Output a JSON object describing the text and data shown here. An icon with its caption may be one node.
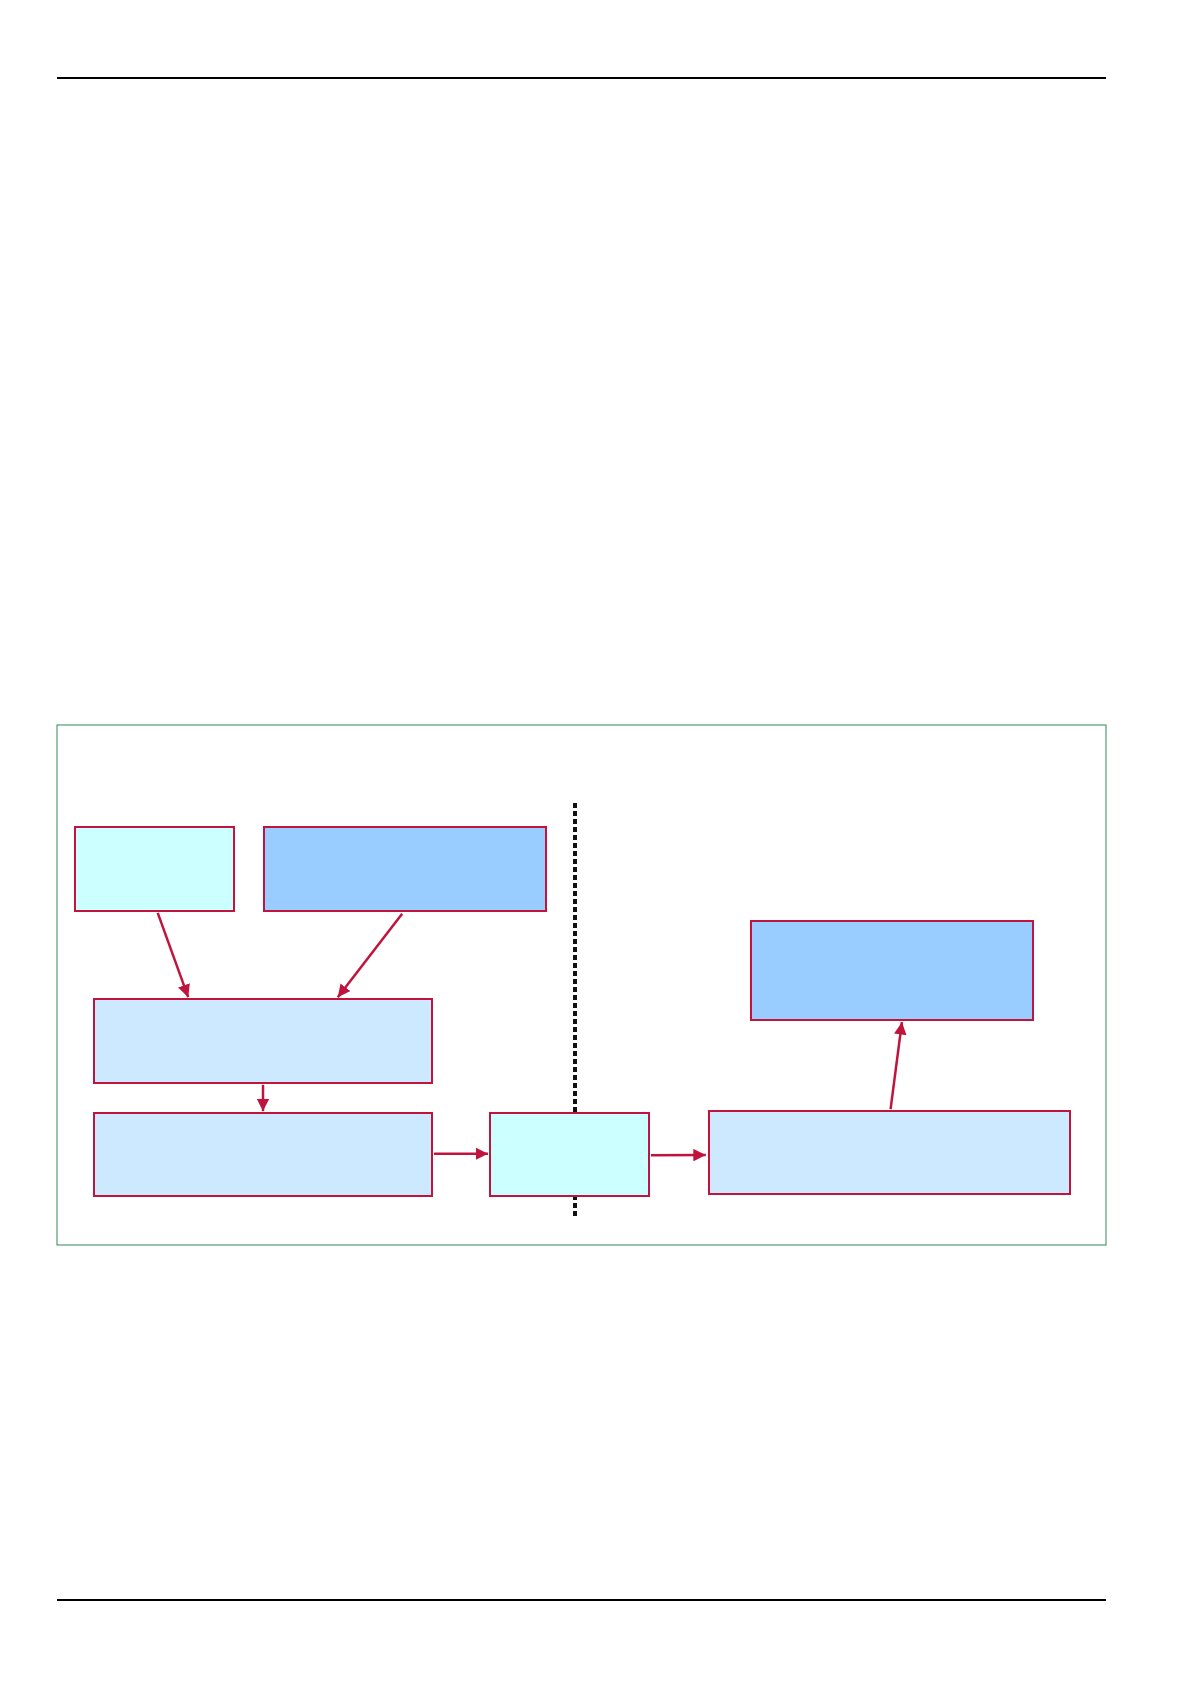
{
  "diagram": {
    "nodes": [
      {
        "text": [],
        "shape": "box"
      },
      {
        "text": [],
        "shape": "box"
      },
      {
        "text": [],
        "shape": "box"
      },
      {
        "text": [],
        "shape": "box"
      },
      {
        "text": [],
        "shape": "box"
      },
      {
        "text": [],
        "shape": "box"
      },
      {
        "text": [],
        "shape": "box"
      }
    ],
    "edges": [
      {
        "from": 0,
        "to": 3,
        "arrow": "to"
      },
      {
        "from": 1,
        "to": 3,
        "arrow": "to"
      },
      {
        "from": 3,
        "to": 4,
        "arrow": "to"
      },
      {
        "from": 4,
        "to": 5,
        "arrow": "to"
      },
      {
        "from": 5,
        "to": 6,
        "arrow": "to"
      },
      {
        "from": 6,
        "to": 2,
        "arrow": "to"
      }
    ]
  }
}
